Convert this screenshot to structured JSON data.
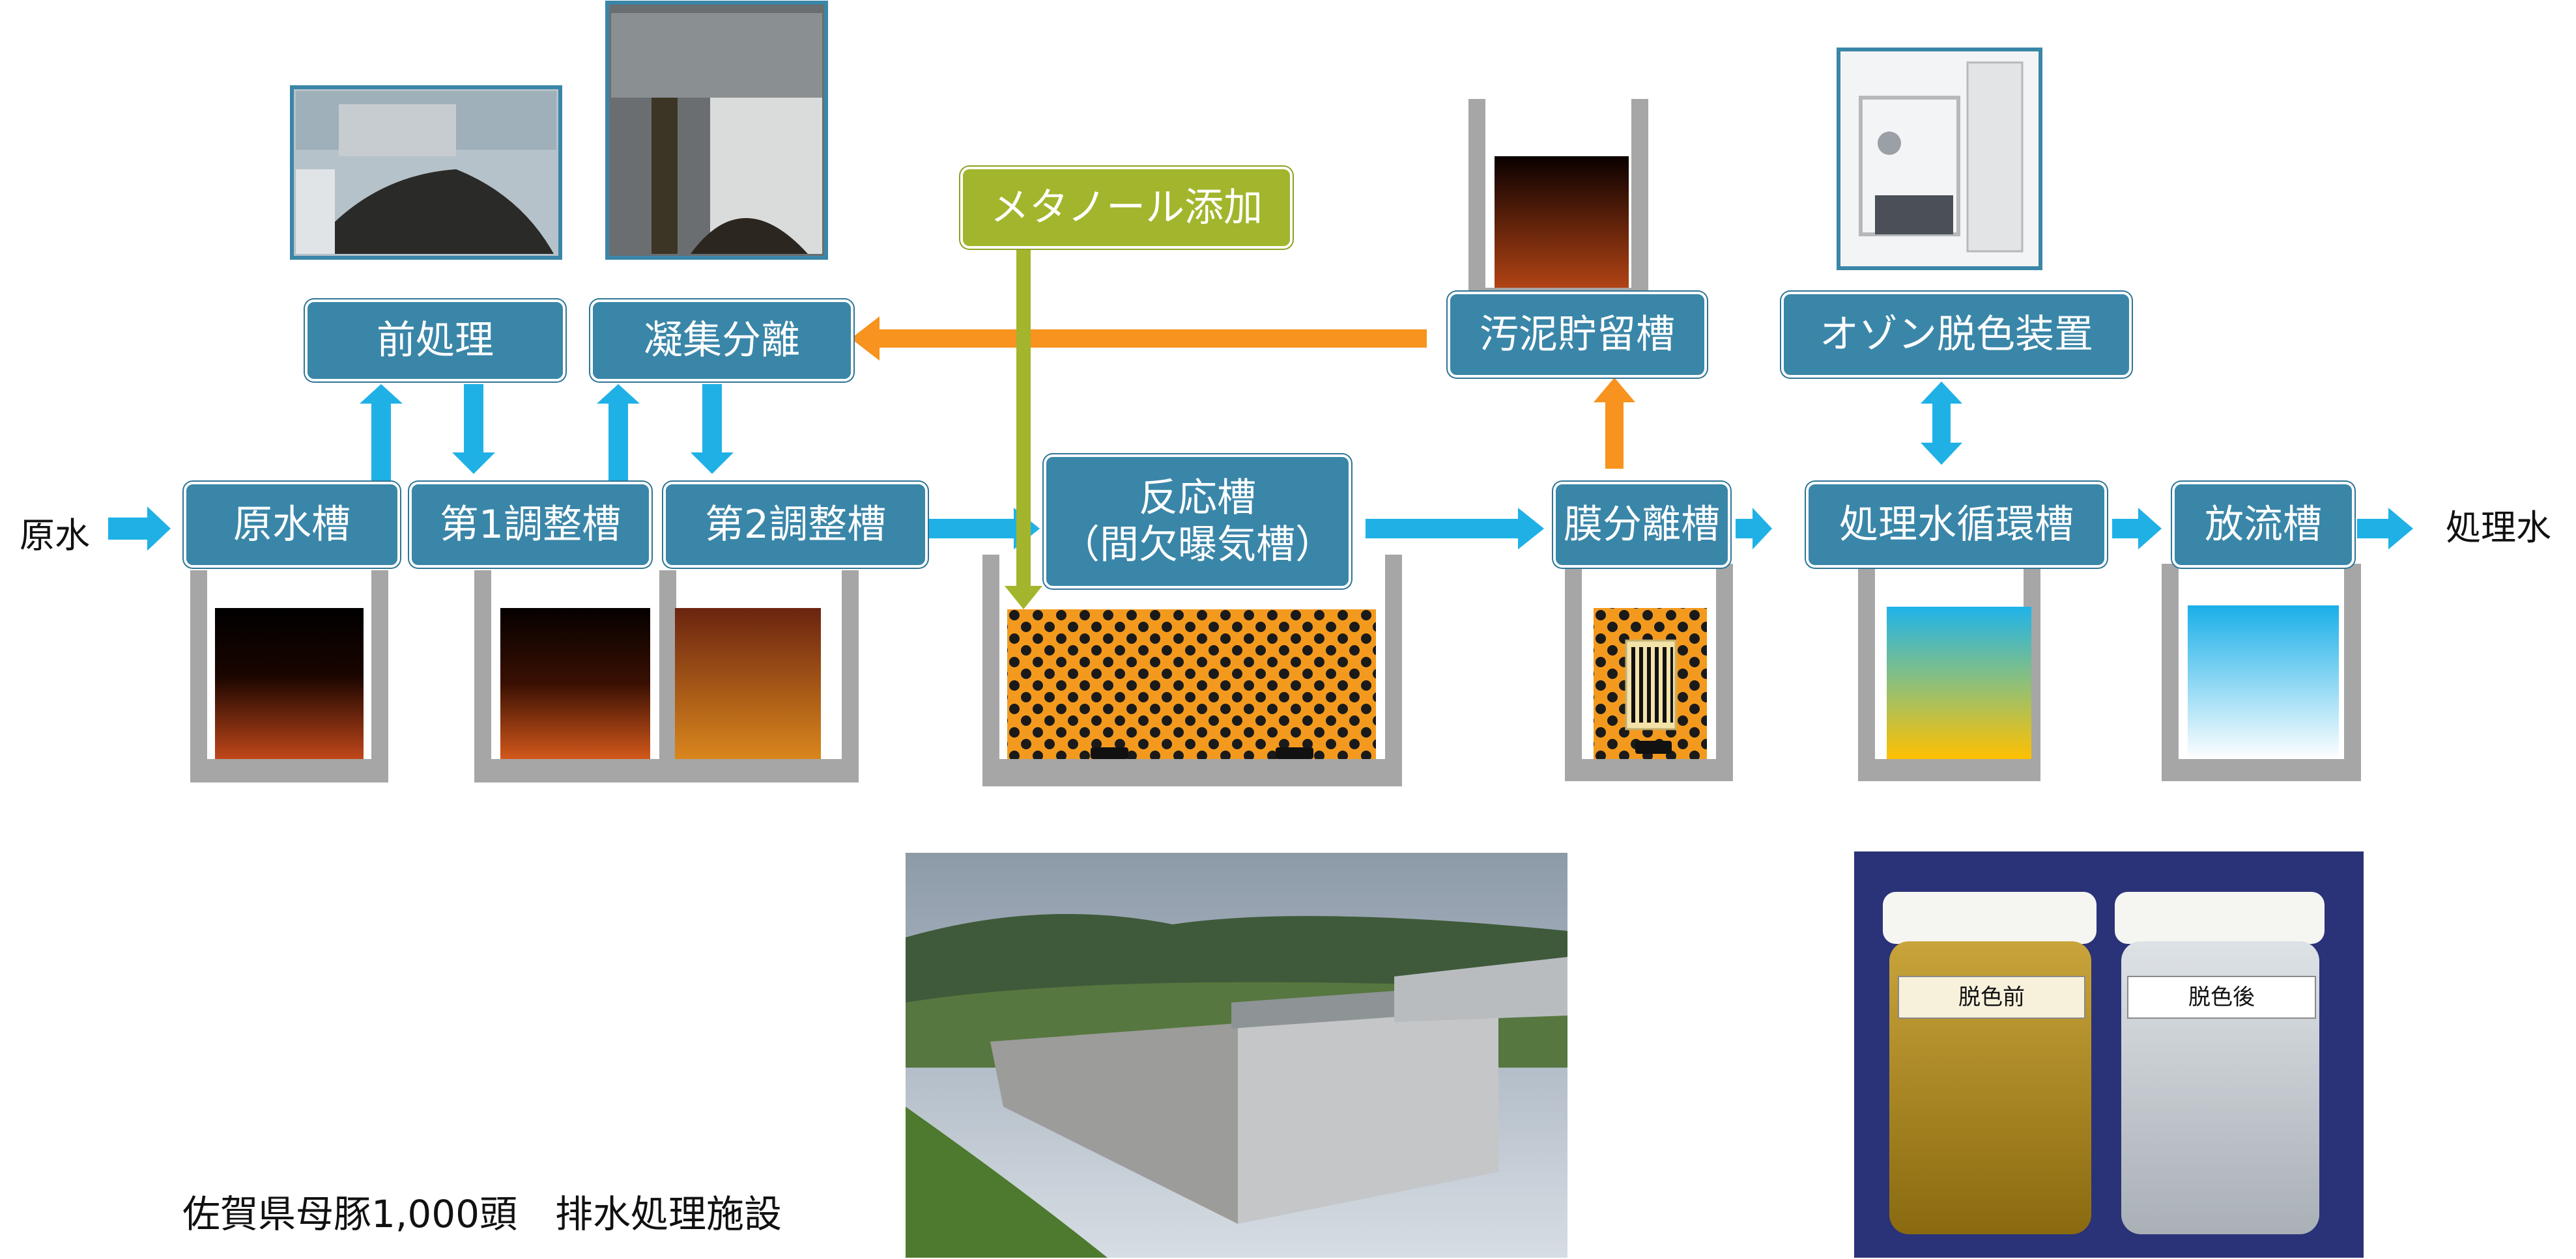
{
  "title": "佐賀県母豚1,000頭　排水処理施設",
  "labels": {
    "raw_water": "原水",
    "treated_water": "処理水"
  },
  "boxes": {
    "raw_tank": "原水槽",
    "pretreatment": "前処理",
    "adjust1": "第1調整槽",
    "coagulation": "凝集分離",
    "adjust2": "第2調整槽",
    "methanol": "メタノール添加",
    "reaction": "反応槽\n（間欠曝気槽）",
    "sludge": "汚泥貯留槽",
    "membrane": "膜分離槽",
    "ozone": "オゾン脱色装置",
    "circulation": "処理水循環槽",
    "discharge": "放流槽"
  },
  "jar_labels": {
    "before": "脱色前",
    "after": "脱色後"
  },
  "colors": {
    "box": "#3a86a8",
    "methanol": "#a3b52c",
    "water_arrow": "#1fb1e6",
    "sludge_arrow": "#f7931e"
  }
}
